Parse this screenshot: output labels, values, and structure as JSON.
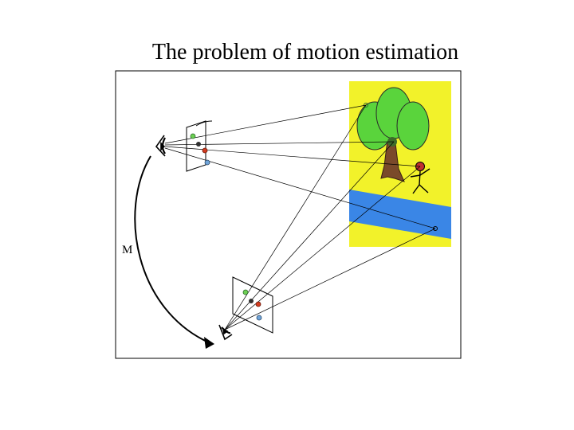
{
  "slide": {
    "title": "The problem of motion estimation"
  },
  "diagram": {
    "motion_label": "M",
    "colors": {
      "scene_background": "#f2f22a",
      "tree_foliage": "#5ad43c",
      "tree_trunk": "#7a4a2a",
      "river": "#3a86e6",
      "person": "#c03030",
      "point_green": "#6ccf52",
      "point_black": "#303030",
      "point_red": "#d23b1f",
      "point_blue": "#6fa3d8"
    },
    "icons": [
      "eye-icon-top",
      "eye-icon-bottom",
      "stick-figure-icon",
      "tree-icon"
    ]
  }
}
